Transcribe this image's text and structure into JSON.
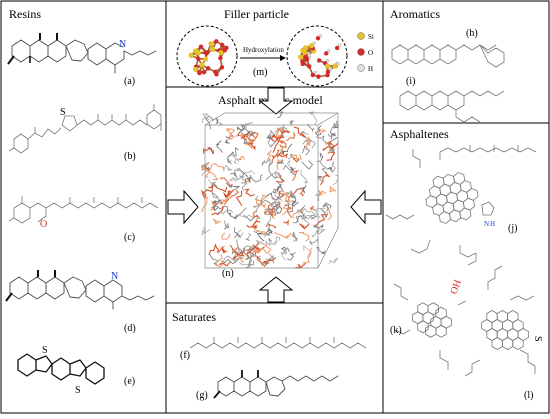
{
  "panels": {
    "resins": "Resins",
    "filler": "Filler particle",
    "aromatics": "Aromatics",
    "mastic": "Asphalt mastic model",
    "asphaltenes": "Asphaltenes",
    "saturates": "Saturates"
  },
  "labels": {
    "a": "(a)",
    "b": "(b)",
    "c": "(c)",
    "d": "(d)",
    "e": "(e)",
    "f": "(f)",
    "g": "(g)",
    "h": "(h)",
    "i": "(i)",
    "j": "(j)",
    "k": "(k)",
    "l": "(l)",
    "m": "(m)",
    "n": "(n)"
  },
  "process": {
    "hydroxylation": "Hydroxylation"
  },
  "legend": [
    {
      "symbol": "Si",
      "color": "#e8c22a"
    },
    {
      "symbol": "O",
      "color": "#d8282a"
    },
    {
      "symbol": "H",
      "color": "#e0e0e0"
    }
  ],
  "atoms": {
    "N": "N",
    "S": "S",
    "O": "O",
    "NH": "N",
    "H": "H",
    "OH": "OH"
  },
  "colors": {
    "nitrogen": "#1a3cc8",
    "oxygen": "#d8282a",
    "frame": "#000000"
  }
}
